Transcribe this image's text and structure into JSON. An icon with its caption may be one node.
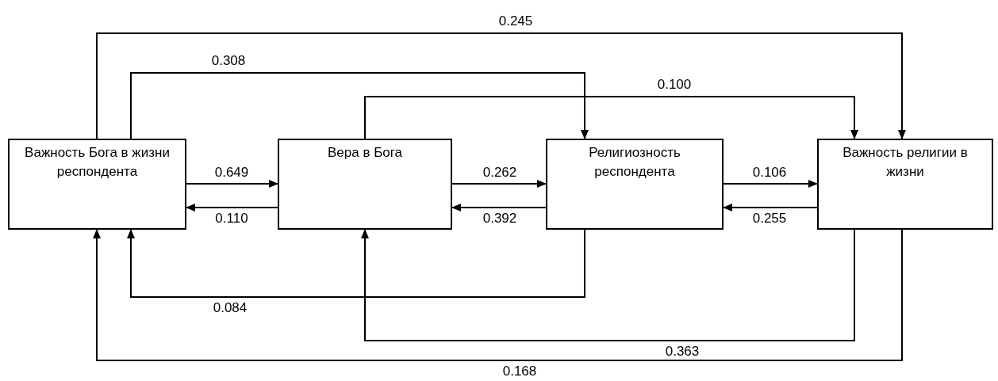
{
  "diagram": {
    "nodes": [
      {
        "text": [
          "Важность Бога в жизни респондента"
        ]
      },
      {
        "text": [
          "Вера в Бога"
        ]
      },
      {
        "text": [
          "Религиозность респондента"
        ]
      },
      {
        "text": [
          "Важность религии в жизни"
        ]
      }
    ],
    "edges": [
      {
        "from": 0,
        "to": 1,
        "arrow": "to",
        "label": "0.649"
      },
      {
        "from": 1,
        "to": 0,
        "arrow": "to",
        "label": "0.110"
      },
      {
        "from": 1,
        "to": 2,
        "arrow": "to",
        "label": "0.262"
      },
      {
        "from": 2,
        "to": 1,
        "arrow": "to",
        "label": "0.392"
      },
      {
        "from": 2,
        "to": 3,
        "arrow": "to",
        "label": "0.106"
      },
      {
        "from": 3,
        "to": 2,
        "arrow": "to",
        "label": "0.255"
      },
      {
        "from": 0,
        "to": 3,
        "arrow": "to",
        "label": "0.245"
      },
      {
        "from": 0,
        "to": 2,
        "arrow": "to",
        "label": "0.308"
      },
      {
        "from": 1,
        "to": 3,
        "arrow": "to",
        "label": "0.100"
      },
      {
        "from": 2,
        "to": 0,
        "arrow": "to",
        "label": "0.084"
      },
      {
        "from": 3,
        "to": 1,
        "arrow": "to",
        "label": "0.363"
      },
      {
        "from": 3,
        "to": 0,
        "arrow": "to",
        "label": "0.168"
      }
    ]
  }
}
